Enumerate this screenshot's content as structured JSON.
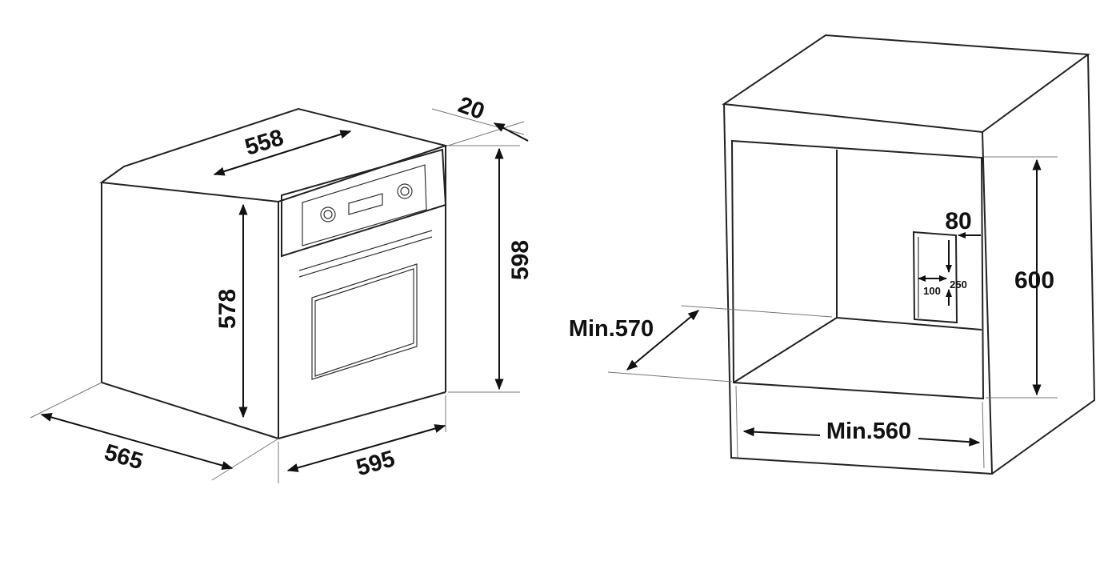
{
  "colors": {
    "line": "#222222",
    "text": "#111111",
    "background": "#ffffff"
  },
  "oven": {
    "top_depth_label": "558",
    "panel_thickness_label": "20",
    "overall_height_label": "598",
    "body_height_label": "578",
    "side_depth_label": "565",
    "front_width_label": "595"
  },
  "cabinet": {
    "depth_label": "Min.570",
    "height_label": "600",
    "width_label": "Min.560",
    "cutout_offset_label": "80",
    "cutout_width_label": "100",
    "cutout_height_label": "250"
  }
}
